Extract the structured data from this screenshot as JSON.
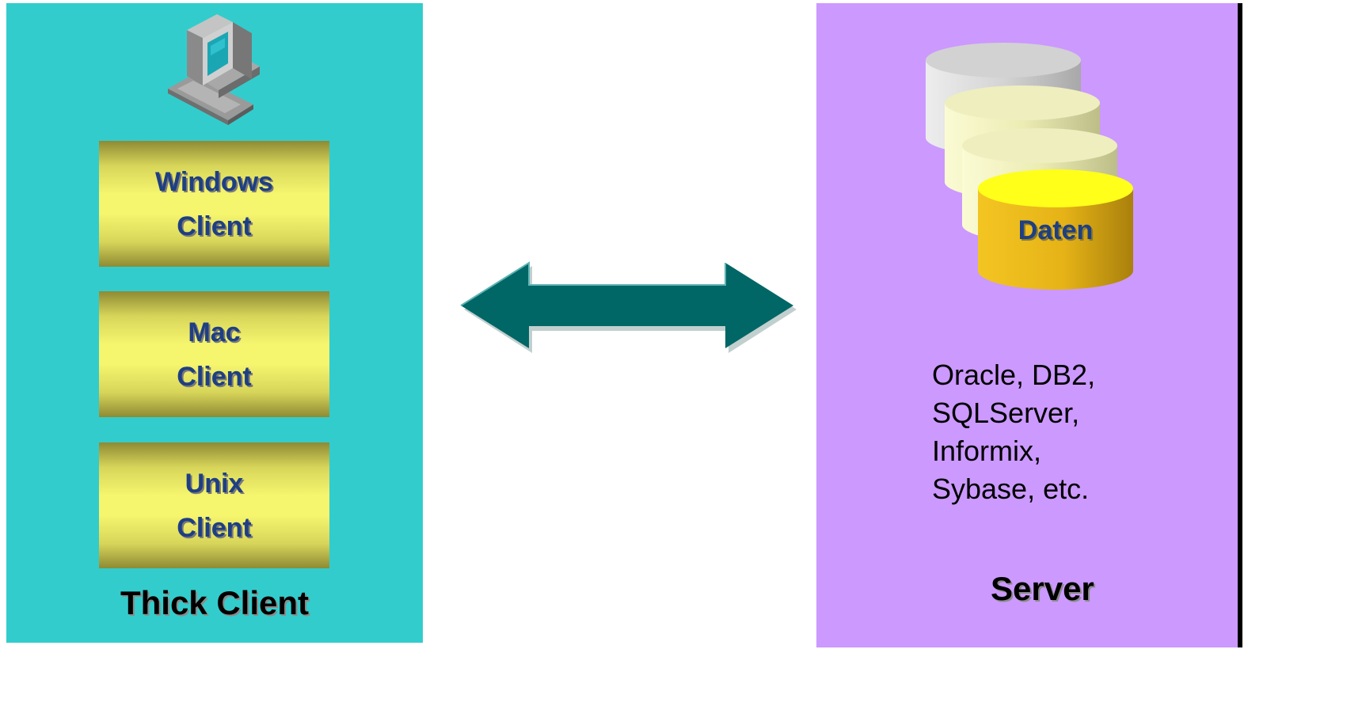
{
  "thick_client": {
    "label": "Thick Client",
    "clients": [
      {
        "line1": "Windows",
        "line2": "Client"
      },
      {
        "line1": "Mac",
        "line2": "Client"
      },
      {
        "line1": "Unix",
        "line2": "Client"
      }
    ]
  },
  "server": {
    "label": "Server",
    "database_label": "Daten",
    "databases": [
      "Oracle, DB2,",
      "SQLServer,",
      "Informix,",
      "Sybase, etc."
    ]
  },
  "icons": {
    "client_icon": "desktop-computer-icon",
    "server_icon": "database-stack-icon",
    "connection": "double-arrow-icon"
  },
  "colors": {
    "client_panel": "#33cccc",
    "server_panel": "#cc99ff",
    "arrow": "#006666",
    "box_text": "#1e3f82"
  }
}
